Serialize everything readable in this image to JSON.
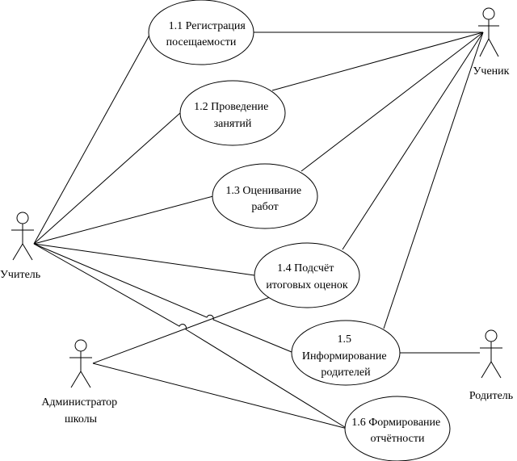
{
  "actors": {
    "teacher": "Учитель",
    "student": "Ученик",
    "admin": [
      "Администратор",
      "школы"
    ],
    "parent": "Родитель"
  },
  "use_cases": {
    "uc1": [
      "1.1 Регистрация",
      "посещаемости"
    ],
    "uc2": [
      "1.2 Проведение",
      "занятий"
    ],
    "uc3": [
      "1.3 Оценивание",
      "работ"
    ],
    "uc4": [
      "1.4 Подсчёт",
      "итоговых оценок"
    ],
    "uc5": [
      "1.5",
      "Информирование",
      "родителей"
    ],
    "uc6": [
      "1.6 Формирование",
      "отчётности"
    ]
  }
}
